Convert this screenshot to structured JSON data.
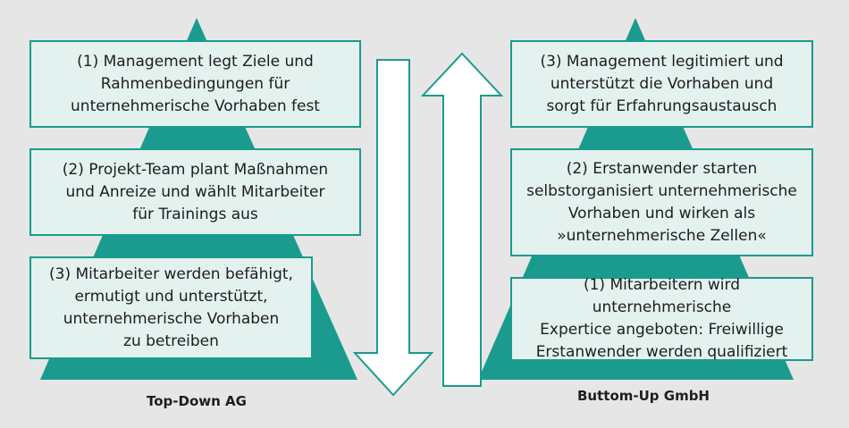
{
  "left_pyramid": {
    "caption": "Top-Down AG",
    "boxes": [
      "(1) Management legt Ziele und\nRahmenbedingungen für\nunternehmerische Vorhaben fest",
      "(2) Projekt-Team plant Maßnahmen\nund Anreize und wählt Mitarbeiter\nfür Trainings aus",
      "(3) Mitarbeiter werden befähigt,\nermutigt und unterstützt,\nunternehmerische Vorhaben\nzu betreiben"
    ]
  },
  "right_pyramid": {
    "caption": "Buttom-Up GmbH",
    "boxes": [
      "(3) Management legitimiert und\nunterstützt die Vorhaben und\nsorgt für Erfahrungsaustausch",
      "(2) Erstanwender starten\nselbstorganisiert unternehmerische\nVorhaben und wirken als\n»unternehmerische Zellen«",
      "(1) Mitarbeitern wird unternehmerische\nExpertice angeboten: Freiwillige\nErstanwender werden qualifiziert"
    ]
  },
  "arrows": {
    "left": "down",
    "right": "up"
  },
  "colors": {
    "pyramid": "#1a9b8e",
    "box_fill": "#e3f1ef",
    "background": "#e6e6e6",
    "arrow_fill": "#ffffff"
  }
}
